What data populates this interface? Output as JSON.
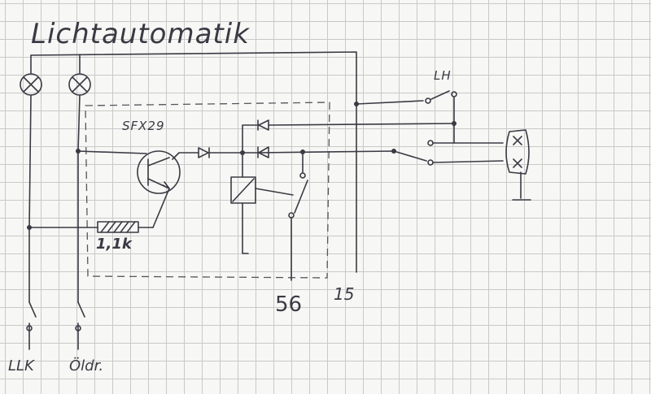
{
  "title": "Lichtautomatik",
  "labels": {
    "transistor": "SFX29",
    "resistor": "1,1k",
    "switch_lh": "LH",
    "terminal_56": "56",
    "terminal_15": "15",
    "switch_llk": "LLK",
    "switch_oldr": "Öldr."
  },
  "icons": [
    "lamp-icon",
    "lamp-icon",
    "transistor-icon",
    "diode-icon",
    "diode-icon",
    "diode-icon",
    "relay-coil-icon",
    "relay-contact-icon",
    "resistor-icon",
    "headlight-icon",
    "ground-icon",
    "switch-icon"
  ]
}
